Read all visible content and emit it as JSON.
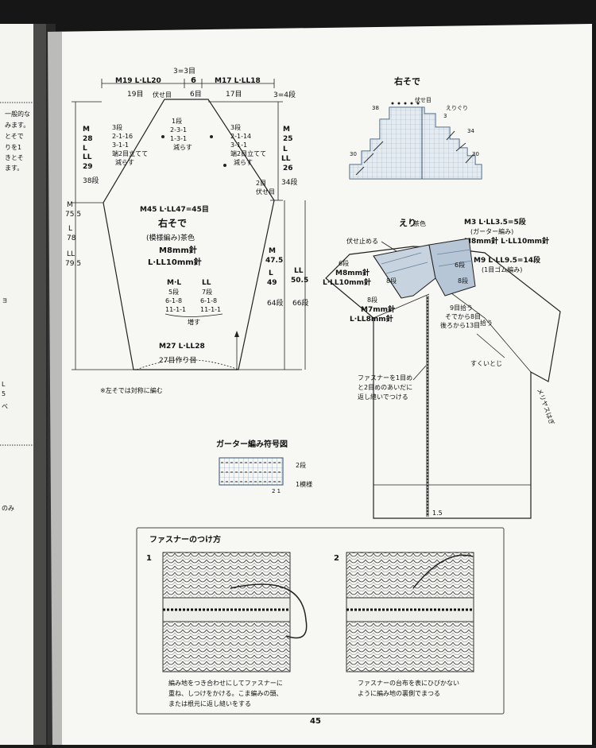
{
  "page_number": "45",
  "left_page": {
    "lines": [
      "一般的な",
      "みます。",
      "とそで",
      "りを1",
      "きとそ",
      "ます。"
    ],
    "edge": [
      "ョ",
      "L",
      "5",
      "ベ",
      "のみ"
    ]
  },
  "sleeve": {
    "top_left": {
      "label": "M19 L·LL20",
      "sub": "19目"
    },
    "top_mid": {
      "label": "3=3目",
      "six": "6",
      "sub": "6目",
      "bind_off": "伏せ目"
    },
    "top_right": {
      "label": "M17 L·LL18",
      "sub": "17目"
    },
    "right_top_note": "3=4段",
    "left_height": {
      "m": "M",
      "m_val": "28",
      "l": "L",
      "ll": "LL",
      "ll_val": "29",
      "rows": "38段"
    },
    "left_total": {
      "m": "M",
      "m_val": "75.5",
      "l": "L",
      "l_val": "78",
      "ll": "LL",
      "ll_val": "79.5"
    },
    "dec_left": [
      "3段",
      "2-1-16",
      "3-1-1",
      "端2目立てて",
      "減らす"
    ],
    "dec_mid": [
      "1段",
      "2-3-1",
      "1-3-1",
      "減らす"
    ],
    "dec_right": [
      "3段",
      "2-1-14",
      "3-1-1",
      "端2目立てて",
      "減らす"
    ],
    "right_height": {
      "m": "M",
      "m_val": "25",
      "l": "L",
      "ll": "LL",
      "ll_val": "26",
      "rows": "34段"
    },
    "bind_two": [
      "2目",
      "伏せ目"
    ],
    "width_label": "M45 L·LL47=45目",
    "title": "右そで",
    "pattern": "(模様編み)茶色",
    "needle_m": "M8mm針",
    "needle_l": "L·LL10mm針",
    "inc_cols": {
      "ml": "M·L",
      "ll": "LL",
      "ml_rows": [
        "5段",
        "6-1-8",
        "11-1-1"
      ],
      "ll_rows": [
        "7段",
        "6-1-8",
        "11-1-1"
      ]
    },
    "inc_label": "増す",
    "right_total": {
      "m": "M",
      "m_val": "47.5",
      "l": "L",
      "l_val": "49",
      "rows": "64段"
    },
    "right_total_ll": {
      "ll": "LL",
      "ll_val": "50.5",
      "rows": "66段"
    },
    "cuff": {
      "label": "M27 L·LL28",
      "sub": "27目作り目"
    },
    "note": "※左そでは対称に編む"
  },
  "chart": {
    "title": "右そで",
    "labels": [
      "伏せ目",
      "えりぐり",
      "38",
      "3",
      "34",
      "30",
      "30"
    ]
  },
  "collar": {
    "title": "えり",
    "color": "茶色",
    "l1": "M3 L·LL3.5=5段",
    "l2": "(ガーター編み)",
    "l3": "M8mm針 L·LL10mm針",
    "l4": "M9 L·LL9.5=14段",
    "l5": "(1目ゴム編み)",
    "bind": "伏せ止める",
    "left_rows": [
      "6段",
      "M8mm針",
      "L·LL10mm針"
    ],
    "eight_rows": "8段",
    "six_right": "6段",
    "eight_right": "8段",
    "left_low": [
      "8段",
      "M7mm針",
      "L·LL8mm針"
    ],
    "pickup": [
      "9目拾う",
      "そでから8目",
      "後ろから13目",
      "拾う"
    ],
    "graft": "すくいとじ",
    "mattress": "メリヤスはぎ",
    "zipper_note": [
      "ファスナーを1目め",
      "と2目めのあいだに",
      "返し縫いでつける"
    ],
    "bottom": "1.5"
  },
  "garter": {
    "title": "ガーター編み符号図",
    "rows": "2段",
    "pattern": "1模様",
    "nums": "2 1"
  },
  "zipper_box": {
    "title": "ファスナーのつけ方",
    "step1": "1",
    "step2": "2",
    "cap1": [
      "編み地をつき合わせにしてファスナーに",
      "重ね、しつけをかける。こま編みの頭、",
      "または根元に返し縫いをする"
    ],
    "cap2": [
      "ファスナーの台布を表にひびかない",
      "ように編み地の裏側でまつる"
    ]
  }
}
